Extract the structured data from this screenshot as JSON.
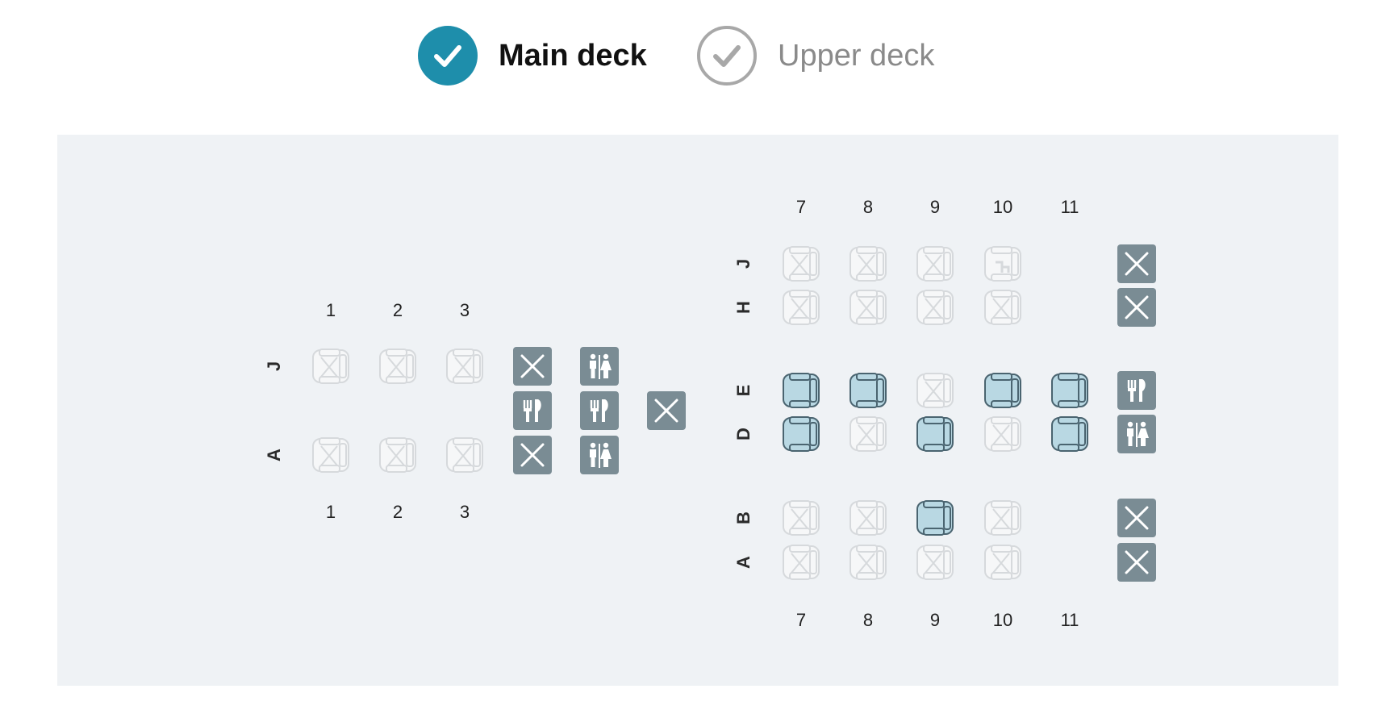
{
  "deck_tabs": [
    {
      "label": "Main deck",
      "selected": true
    },
    {
      "label": "Upper deck",
      "selected": false
    }
  ],
  "colors": {
    "accent": "#1e8eab",
    "map_background": "#eff2f5",
    "available_seat_fill": "#b9d8e3",
    "available_seat_stroke": "#4a6470",
    "unavailable_seat_stroke": "#d6d9dc",
    "facility_tile": "#7a8c94"
  },
  "icon_legend": {
    "available": "available-seat-icon",
    "unavailable": "unavailable-seat-icon",
    "special": "special-seat-icon",
    "blocked": "blocked-x-icon",
    "galley": "galley-icon",
    "lavatory": "lavatory-icon"
  },
  "front_cabin": {
    "top_numbers": [
      "1",
      "2",
      "3"
    ],
    "bottom_numbers": [
      "1",
      "2",
      "3"
    ],
    "row_labels": [
      "J",
      "A"
    ],
    "rows": [
      {
        "row": "J",
        "cells": [
          "unavailable",
          "unavailable",
          "unavailable",
          "blocked",
          "lavatory",
          null
        ]
      },
      {
        "row": "",
        "cells": [
          null,
          null,
          null,
          "galley",
          "galley",
          "blocked"
        ]
      },
      {
        "row": "A",
        "cells": [
          "unavailable",
          "unavailable",
          "unavailable",
          "blocked",
          "lavatory",
          null
        ]
      }
    ]
  },
  "rear_cabin": {
    "top_numbers": [
      "7",
      "8",
      "9",
      "10",
      "11"
    ],
    "bottom_numbers": [
      "7",
      "8",
      "9",
      "10",
      "11"
    ],
    "row_labels": [
      "J",
      "H",
      "E",
      "D",
      "B",
      "A"
    ],
    "rows": [
      {
        "row": "J",
        "cells": [
          "unavailable",
          "unavailable",
          "unavailable",
          "special",
          null,
          "blocked"
        ]
      },
      {
        "row": "H",
        "cells": [
          "unavailable",
          "unavailable",
          "unavailable",
          "unavailable",
          null,
          "blocked"
        ]
      },
      {
        "row": "E",
        "cells": [
          "available",
          "available",
          "unavailable",
          "available",
          "available",
          "galley"
        ]
      },
      {
        "row": "D",
        "cells": [
          "available",
          "unavailable",
          "available",
          "unavailable",
          "available",
          "lavatory"
        ]
      },
      {
        "row": "B",
        "cells": [
          "unavailable",
          "unavailable",
          "available",
          "unavailable",
          null,
          "blocked"
        ]
      },
      {
        "row": "A",
        "cells": [
          "unavailable",
          "unavailable",
          "unavailable",
          "unavailable",
          null,
          "blocked"
        ]
      }
    ]
  }
}
